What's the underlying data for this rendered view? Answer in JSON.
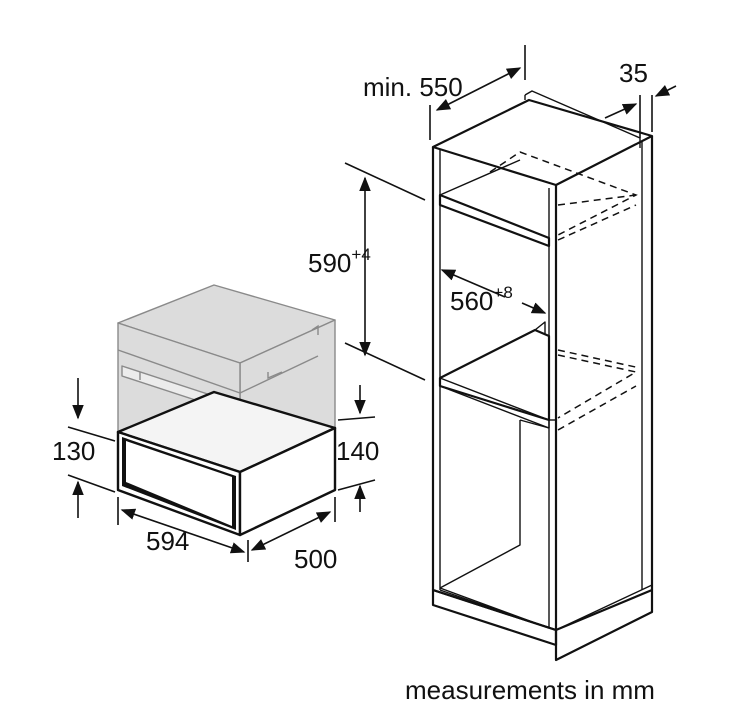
{
  "labels": {
    "cabinet_depth": "min. 550",
    "side_offset": "35",
    "niche_height_base": "590",
    "niche_height_tol": "+4",
    "niche_width_base": "560",
    "niche_width_tol": "+8",
    "drawer_height_left": "130",
    "drawer_height_right": "140",
    "drawer_width": "594",
    "drawer_depth": "500",
    "footer": "measurements in mm"
  },
  "colors": {
    "line": "#111111",
    "appliance_fill": "#dcdcdc",
    "appliance_stroke": "#8a8a8a"
  }
}
